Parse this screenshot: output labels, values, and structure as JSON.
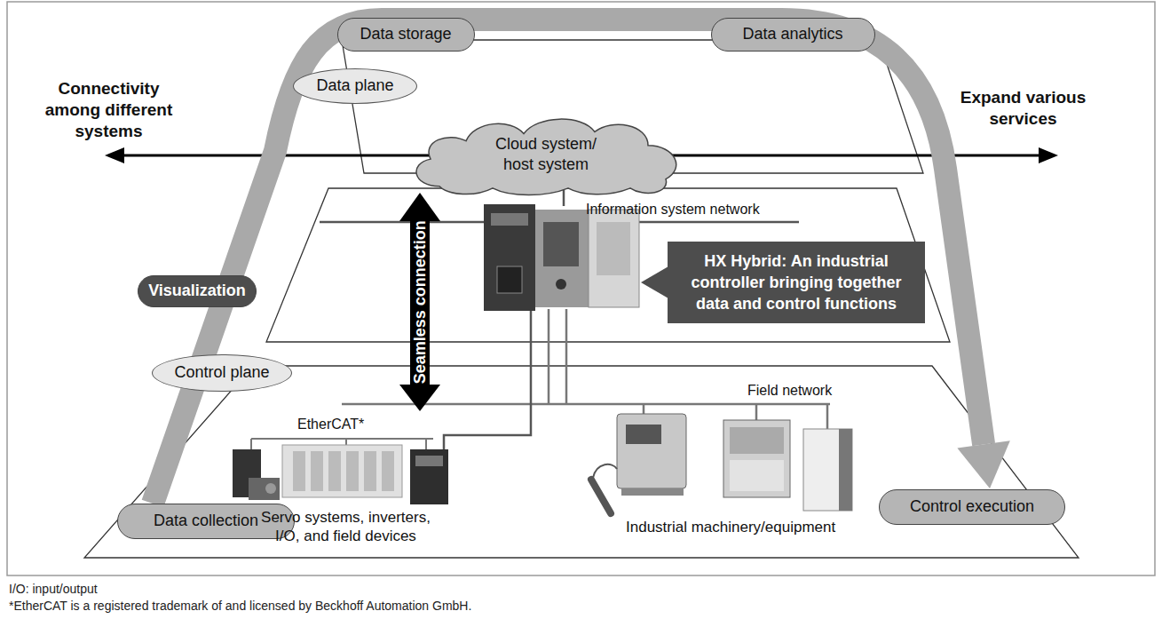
{
  "diagram": {
    "nodes": [
      {
        "text": [
          "Data storage"
        ]
      },
      {
        "text": [
          "Data analytics"
        ]
      },
      {
        "text": [
          "Data plane"
        ]
      },
      {
        "text": [
          "Cloud system/ host system"
        ]
      },
      {
        "text": [
          "Visualization"
        ]
      },
      {
        "text": [
          "HX Hybrid: An industrial controller bringing together data and control functions"
        ]
      },
      {
        "text": [
          "Control plane"
        ]
      },
      {
        "text": [
          "Data collection"
        ]
      },
      {
        "text": [
          "Control execution"
        ]
      }
    ],
    "edges": [
      {
        "from": 7,
        "to": 8,
        "arrow": "to"
      }
    ],
    "labels": [
      "Connectivity among different systems",
      "Expand various services",
      "Seamless connection",
      "Information system network",
      "Field network",
      "EtherCAT*",
      "Servo systems, inverters, I/O, and field devices",
      "Industrial machinery/equipment",
      "I/O: input/output",
      "*EtherCAT is a registered trademark of and licensed by Beckhoff Automation GmbH."
    ]
  }
}
